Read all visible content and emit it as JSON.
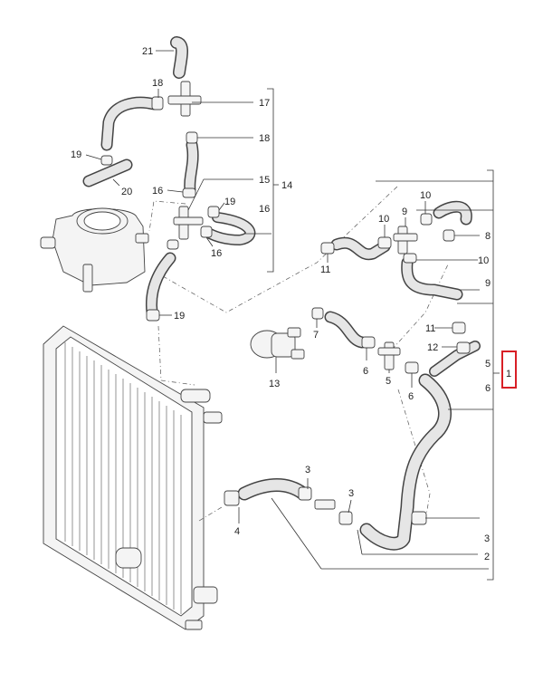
{
  "highlight_color": "#d81f26",
  "hose_fill": "#e6e6e6",
  "labels": {
    "n21": "21",
    "n18a": "18",
    "n17": "17",
    "n18b": "18",
    "n19a": "19",
    "n20": "20",
    "n16a": "16",
    "n15": "15",
    "n14": "14",
    "n19b": "19",
    "n16b": "16",
    "n16c": "16",
    "n19c": "19",
    "n10a": "10",
    "n10b": "10",
    "n9a": "9",
    "n8": "8",
    "n10c": "10",
    "n11a": "11",
    "n9b": "9",
    "n7": "7",
    "n11b": "11",
    "n12": "12",
    "n13": "13",
    "n6a": "6",
    "n5a": "5",
    "n6b": "6",
    "n5b": "5",
    "n1": "1",
    "n6c": "6",
    "n3a": "3",
    "n3b": "3",
    "n4": "4",
    "n3c": "3",
    "n2": "2"
  }
}
